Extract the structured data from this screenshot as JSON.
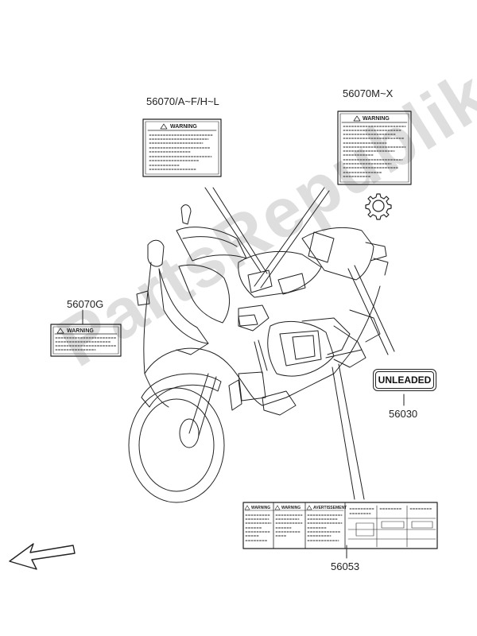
{
  "labels": {
    "warning_a": "56070/A~F/H~L",
    "warning_m": "56070M~X",
    "warning_g": "56070G",
    "unleaded": "56030",
    "multi": "56053"
  },
  "sticker_text": {
    "warning": "WARNING",
    "unleaded": "UNLEADED",
    "advertissement": "AVERTISSEMENT"
  },
  "watermark": "PartsRepublik",
  "icons": {
    "gear": "gear-icon",
    "arrow": "front-direction-arrow-icon"
  },
  "colors": {
    "line": "#222222",
    "watermark": "#bbbbbb"
  }
}
